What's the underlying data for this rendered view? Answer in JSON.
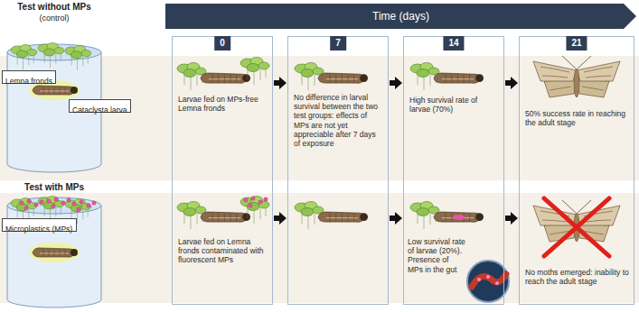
{
  "diagram": {
    "nodes": [
      {
        "text": [
          "Lemna fronds"
        ]
      },
      {
        "text": [
          "Cataclysta larva"
        ]
      },
      {
        "text": [
          "Microplastics (MPs)"
        ]
      },
      {
        "text": [
          "Time (days)"
        ]
      },
      {
        "text": [
          "0",
          "Larvae fed on MPs-free Lemna fronds",
          "Larvae fed on Lemna fronds contaminated with fluorescent MPs"
        ]
      },
      {
        "text": [
          "7",
          "No difference in larval survival between the two test groups: effects of MPs are not yet appreciable after 7 days of exposure"
        ]
      },
      {
        "text": [
          "14",
          "High survival rate of larvae (70%)",
          "Low survival rate of larvae (20%). Presence of MPs in the gut"
        ]
      },
      {
        "text": [
          "21",
          "50% success rate in reaching the adult stage",
          "No moths emerged: inability to reach the adult stage"
        ]
      }
    ],
    "edges": [
      {
        "from": 4,
        "to": 5,
        "arrow": "to"
      },
      {
        "from": 5,
        "to": 6,
        "arrow": "to"
      },
      {
        "from": 6,
        "to": 7,
        "arrow": "to"
      },
      {
        "from": 4,
        "to": 5,
        "arrow": "to"
      },
      {
        "from": 5,
        "to": 6,
        "arrow": "to"
      },
      {
        "from": 6,
        "to": 7,
        "arrow": "to"
      }
    ],
    "labels": [
      "Test without MPs",
      "(control)",
      "Test with MPs"
    ]
  }
}
